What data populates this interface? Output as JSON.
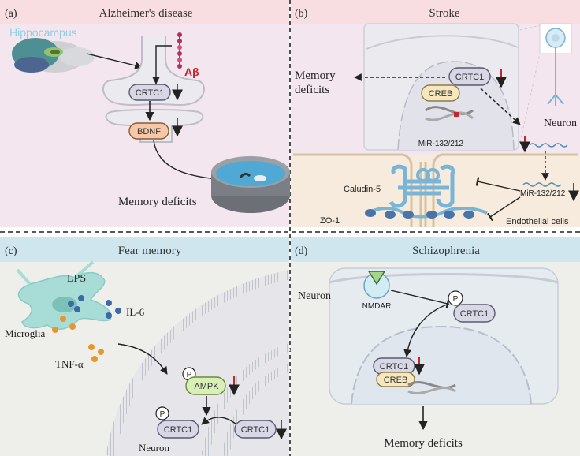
{
  "panels": {
    "a": {
      "label": "(a)",
      "title": "Alzheimer's disease",
      "hippocampus": "Hippocampus",
      "abeta": "Aβ",
      "crtc1": "CRTC1",
      "bdnf": "BDNF",
      "memory": "Memory deficits"
    },
    "b": {
      "label": "(b)",
      "title": "Stroke",
      "memory_line1": "Memory",
      "memory_line2": "deficits",
      "crtc1": "CRTC1",
      "creb": "CREB",
      "neuron": "Neuron",
      "mir_top": "MiR-132/212",
      "mir_bottom": "MiR-132/212",
      "caludin": "Caludin-5",
      "zo1": "ZO-1",
      "endothelial": "Endothelial cells"
    },
    "c": {
      "label": "(c)",
      "title": "Fear memory",
      "lps": "LPS",
      "il6": "IL-6",
      "microglia": "Microglia",
      "tnf": "TNF-α",
      "p1": "P",
      "ampk": "AMPK",
      "p2": "P",
      "crtc1_left": "CRTC1",
      "crtc1_right": "CRTC1",
      "neuron": "Neuron"
    },
    "d": {
      "label": "(d)",
      "title": "Schizophrenia",
      "neuron": "Neuron",
      "nmdar": "NMDAR",
      "p": "P",
      "crtc1_top": "CRTC1",
      "crtc1_nuc": "CRTC1",
      "creb": "CREB",
      "memory": "Memory deficits"
    }
  },
  "colors": {
    "panel_a_bg": "#f3e6ee",
    "panel_b_bg": "#f3e6ee",
    "panel_cd_bg": "#eeeeeb",
    "header_pink": "#f8dde1",
    "header_blue": "#cfe6ee",
    "decrease_arrow": "#c0282d",
    "crtc1_fill": "#d7d7e6",
    "bdnf_fill": "#f6c8a8",
    "ampk_fill": "#d8f0b8",
    "creb_fill": "#f6e7bf",
    "membrane_blue": "#7ab4d6"
  }
}
